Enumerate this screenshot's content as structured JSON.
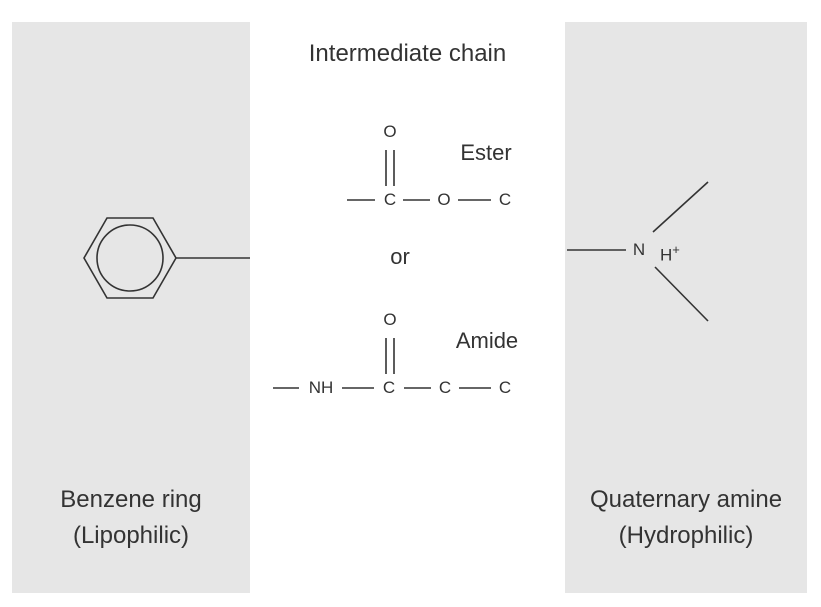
{
  "title": "Intermediate chain",
  "left": {
    "label_line1": "Benzene ring",
    "label_line2": "(Lipophilic)"
  },
  "right": {
    "label_line1": "Quaternary amine",
    "label_line2": "(Hydrophilic)",
    "atom_n": "N",
    "atom_h": "H",
    "charge": "+"
  },
  "ester": {
    "label": "Ester",
    "o_top": "O",
    "c1": "C",
    "o_mid": "O",
    "c2": "C"
  },
  "connector": "or",
  "amide": {
    "label": "Amide",
    "o_top": "O",
    "nh": "NH",
    "c1": "C",
    "c2": "C",
    "c3": "C"
  },
  "colors": {
    "panel": "#e6e6e6",
    "ink": "#333333"
  }
}
